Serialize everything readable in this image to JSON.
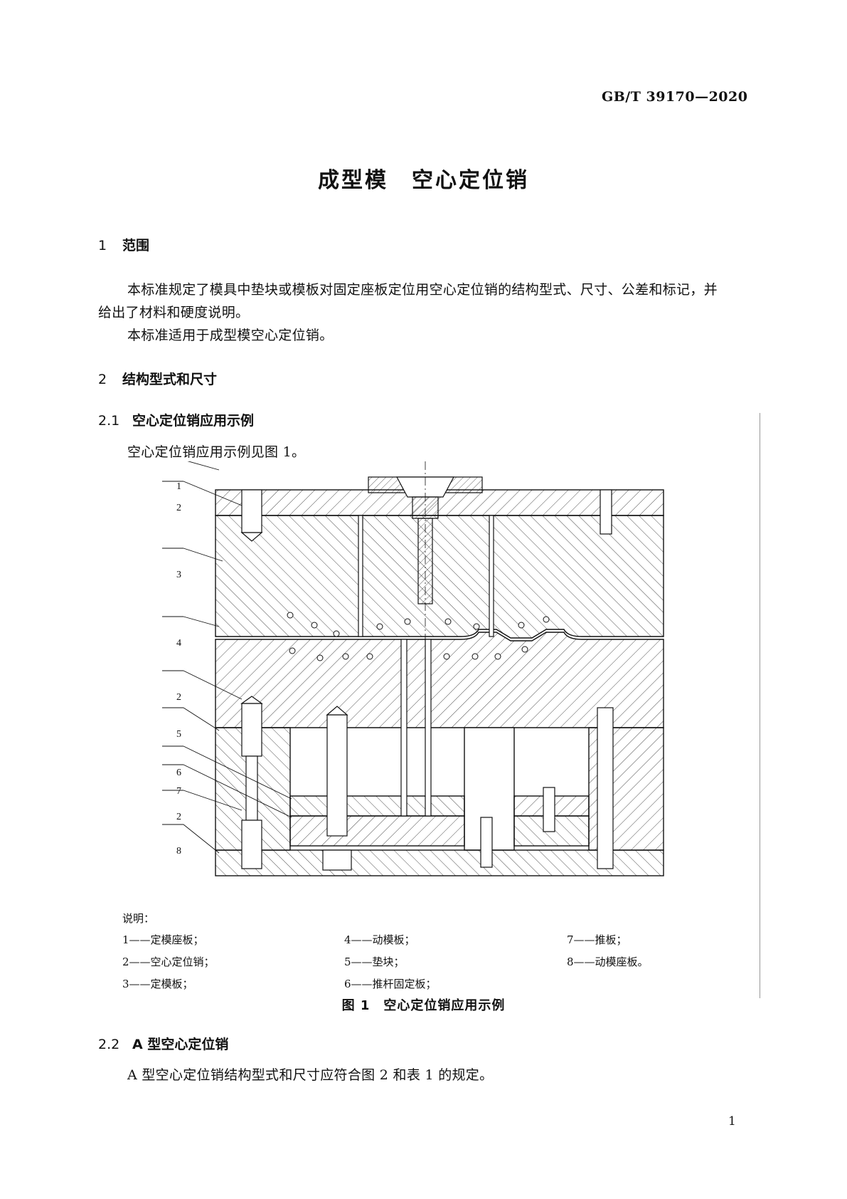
{
  "header": {
    "standard_code": "GB/T 39170—2020"
  },
  "doc_title": "成型模　空心定位销",
  "sec1": {
    "num": "1",
    "title": "范围"
  },
  "sec1_p1_line1": "本标准规定了模具中垫块或模板对固定座板定位用空心定位销的结构型式、尺寸、公差和标记，并",
  "sec1_p1_line2": "给出了材料和硬度说明。",
  "sec1_p2": "本标准适用于成型模空心定位销。",
  "sec2": {
    "num": "2",
    "title": "结构型式和尺寸"
  },
  "sec21": {
    "num": "2.1",
    "title": "空心定位销应用示例"
  },
  "sec21_p": "空心定位销应用示例见图 1。",
  "figure1": {
    "callouts": [
      "1",
      "2",
      "3",
      "4",
      "2",
      "5",
      "6",
      "7",
      "2",
      "8"
    ],
    "legend_title": "说明：",
    "legend": [
      "1——定模座板；",
      "4——动模板；",
      "7——推板；",
      "2——空心定位销；",
      "5——垫块；",
      "8——动模座板。",
      "3——定模板；",
      "6——推杆固定板；"
    ],
    "caption": "图 1　空心定位销应用示例"
  },
  "sec22": {
    "num": "2.2",
    "title": "A 型空心定位销"
  },
  "sec22_p": "A 型空心定位销结构型式和尺寸应符合图 2 和表 1 的规定。",
  "page_number": "1"
}
